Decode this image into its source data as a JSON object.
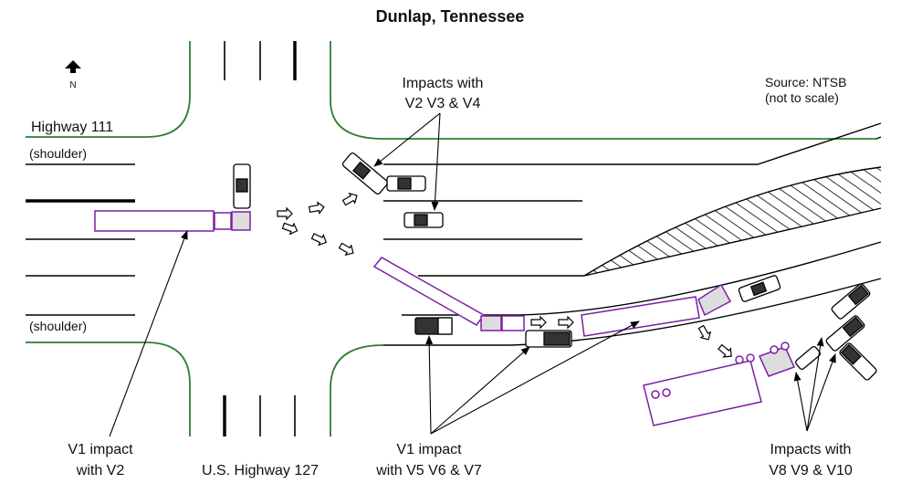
{
  "diagram": {
    "title": "Dunlap, Tennessee",
    "north": "N",
    "source_line1": "Source:  NTSB",
    "source_line2": "(not to scale)",
    "roads": {
      "hwy111": "Highway 111",
      "shoulder_top": "(shoulder)",
      "shoulder_bottom": "(shoulder)",
      "us127": "U.S. Highway 127"
    },
    "callouts": {
      "v1_v2_line1": "V1 impact",
      "v1_v2_line2": "with V2",
      "v234_line1": "Impacts with",
      "v234_line2": "V2 V3 & V4",
      "v567_line1": "V1 impact",
      "v567_line2": "with V5 V6 & V7",
      "v8910_line1": "Impacts with",
      "v8910_line2": "V8 V9 & V10"
    },
    "colors": {
      "road_edge": "#2e7d32",
      "truck": "#7b1fa2",
      "ink": "#000000"
    }
  }
}
